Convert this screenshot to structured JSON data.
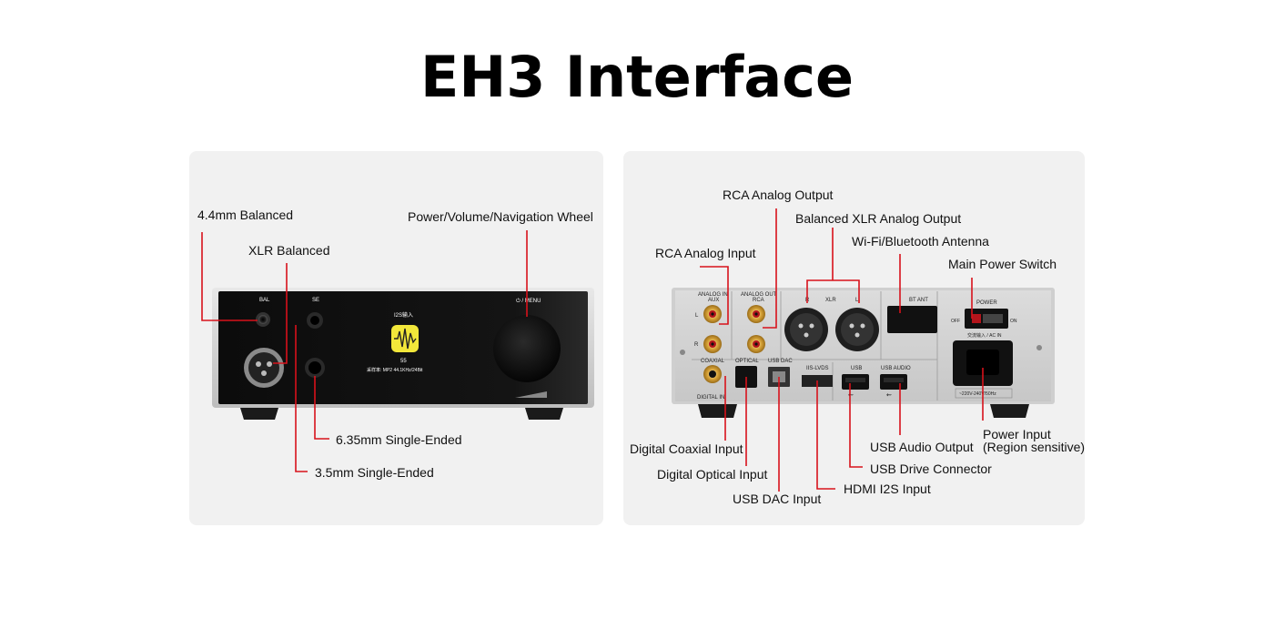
{
  "title": "EH3 Interface",
  "front": {
    "labels": {
      "bal44": "4.4mm Balanced",
      "xlr": "XLR Balanced",
      "wheel": "Power/Volume/Navigation Wheel",
      "se635": "6.35mm Single-Ended",
      "se35": "3.5mm Single-Ended"
    },
    "device": {
      "bal": "BAL",
      "se": "SE",
      "menu": "⏻ / MENU",
      "screen_title": "I2S输入",
      "screen_volume": "55",
      "screen_info": "采样率: MP2 44.1KHz/24Bit"
    }
  },
  "rear": {
    "labels": {
      "rca_out": "RCA Analog Output",
      "xlr_out": "Balanced XLR Analog Output",
      "rca_in": "RCA Analog Input",
      "antenna": "Wi-Fi/Bluetooth Antenna",
      "power_switch": "Main Power Switch",
      "coaxial": "Digital Coaxial Input",
      "optical": "Digital Optical Input",
      "usb_dac": "USB DAC Input",
      "hdmi": "HDMI I2S Input",
      "usb_audio": "USB Audio Output",
      "usb_drive": "USB Drive Connector",
      "power_in_1": "Power Input",
      "power_in_2": "(Region sensitive)"
    },
    "device": {
      "analog_in": "ANALOG IN",
      "aux": "AUX",
      "analog_out": "ANALOG OUT",
      "rca": "RCA",
      "r": "R",
      "l": "L",
      "xlr": "XLR",
      "bt_ant": "BT ANT",
      "power": "POWER",
      "off": "OFF",
      "on": "ON",
      "ac_in": "交流输入 / AC IN",
      "voltage": "~220V-240V/50Hz",
      "coaxial": "COAXIAL",
      "digital_in": "DIGITAL IN",
      "optical": "OPTICAL",
      "usb_dac": "USB DAC",
      "iis_lvds": "IIS-LVDS",
      "usb": "USB",
      "usb_audio": "USB AUDIO"
    }
  },
  "colors": {
    "leader": "#d8121b",
    "panel": "#f1f1f1"
  }
}
